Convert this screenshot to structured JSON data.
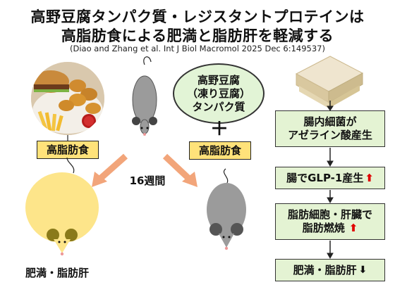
{
  "header": {
    "title_line1": "高野豆腐タンパク質・レジスタントプロテインは",
    "title_line2": "高脂肪食による肥満と脂肪肝を軽減する",
    "citation": "(Diao and Zhang et al. Int J Biol Macromol 2025 Dec 6:149537)"
  },
  "left_group": {
    "diet_label": "高脂肪食",
    "duration_label": "16週間",
    "outcome_label": "肥満・脂肪肝"
  },
  "right_group": {
    "protein_line1": "高野豆腐",
    "protein_line2": "（凍り豆腐）",
    "protein_line3": "タンパク質",
    "plus": "＋",
    "diet_label": "高脂肪食"
  },
  "mechanism": {
    "step1_line1": "腸内細菌が",
    "step1_line2": "アゼライン酸産生",
    "step2": "腸でGLP-1産生",
    "step3_line1": "脂肪細胞・肝臓で",
    "step3_line2": "脂肪燃焼",
    "step4": "肥満・脂肪肝",
    "up_arrow": "⬆",
    "down_arrow": "⬇"
  },
  "colors": {
    "yellow_label": "#ffe27a",
    "green_box": "#e4f3d3",
    "orange_arrow": "#f2a57a",
    "obese_mouse": "#fde58a",
    "normal_mouse": "#9a9a9a",
    "up_arrow": "#e00000"
  }
}
